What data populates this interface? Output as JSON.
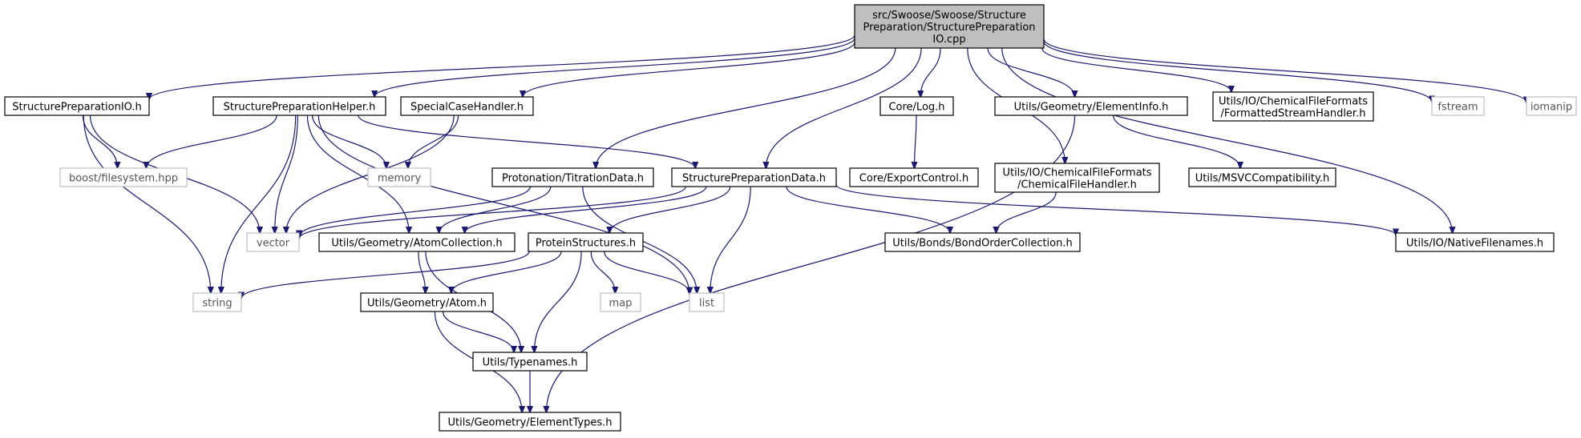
{
  "colors": {
    "edge": "#191970",
    "node_border": "#000000",
    "node_border_external": "#bfbfbf",
    "node_fill": "#ffffff",
    "root_fill": "#bfbfbf",
    "text": "#000000",
    "text_external": "#555555"
  },
  "nodes": [
    {
      "id": "root",
      "label": "src/Swoose/Swoose/Structure\nPreparation/StructurePreparation\nIO.cpp",
      "kind": "root"
    },
    {
      "id": "spio_h",
      "label": "StructurePreparationIO.h",
      "kind": "file"
    },
    {
      "id": "sph_h",
      "label": "StructurePreparationHelper.h",
      "kind": "file"
    },
    {
      "id": "sch_h",
      "label": "SpecialCaseHandler.h",
      "kind": "file"
    },
    {
      "id": "corelog_h",
      "label": "Core/Log.h",
      "kind": "file"
    },
    {
      "id": "elinfo_h",
      "label": "Utils/Geometry/ElementInfo.h",
      "kind": "file"
    },
    {
      "id": "fsh_h",
      "label": "Utils/IO/ChemicalFileFormats\n/FormattedStreamHandler.h",
      "kind": "file"
    },
    {
      "id": "fstream",
      "label": "fstream",
      "kind": "external"
    },
    {
      "id": "iomanip",
      "label": "iomanip",
      "kind": "external"
    },
    {
      "id": "boostfs",
      "label": "boost/filesystem.hpp",
      "kind": "external"
    },
    {
      "id": "memory",
      "label": "memory",
      "kind": "external"
    },
    {
      "id": "titration_h",
      "label": "Protonation/TitrationData.h",
      "kind": "file"
    },
    {
      "id": "spdata_h",
      "label": "StructurePreparationData.h",
      "kind": "file"
    },
    {
      "id": "exportctl_h",
      "label": "Core/ExportControl.h",
      "kind": "file"
    },
    {
      "id": "cfh_h",
      "label": "Utils/IO/ChemicalFileFormats\n/ChemicalFileHandler.h",
      "kind": "file"
    },
    {
      "id": "msvc_h",
      "label": "Utils/MSVCCompatibility.h",
      "kind": "file"
    },
    {
      "id": "vector",
      "label": "vector",
      "kind": "external"
    },
    {
      "id": "atomcoll_h",
      "label": "Utils/Geometry/AtomCollection.h",
      "kind": "file"
    },
    {
      "id": "protstruct_h",
      "label": "ProteinStructures.h",
      "kind": "file"
    },
    {
      "id": "bondorder_h",
      "label": "Utils/Bonds/BondOrderCollection.h",
      "kind": "file"
    },
    {
      "id": "nativefn_h",
      "label": "Utils/IO/NativeFilenames.h",
      "kind": "file"
    },
    {
      "id": "string",
      "label": "string",
      "kind": "external"
    },
    {
      "id": "atom_h",
      "label": "Utils/Geometry/Atom.h",
      "kind": "file"
    },
    {
      "id": "map",
      "label": "map",
      "kind": "external"
    },
    {
      "id": "list",
      "label": "list",
      "kind": "external"
    },
    {
      "id": "typenames_h",
      "label": "Utils/Typenames.h",
      "kind": "file"
    },
    {
      "id": "eltypes_h",
      "label": "Utils/Geometry/ElementTypes.h",
      "kind": "file"
    }
  ],
  "edges": [
    [
      "root",
      "spio_h"
    ],
    [
      "root",
      "sph_h"
    ],
    [
      "root",
      "sch_h"
    ],
    [
      "root",
      "titration_h"
    ],
    [
      "root",
      "spdata_h"
    ],
    [
      "root",
      "corelog_h"
    ],
    [
      "root",
      "cfh_h"
    ],
    [
      "root",
      "elinfo_h"
    ],
    [
      "root",
      "fsh_h"
    ],
    [
      "root",
      "nativefn_h"
    ],
    [
      "root",
      "fstream"
    ],
    [
      "root",
      "iomanip"
    ],
    [
      "spio_h",
      "boostfs"
    ],
    [
      "spio_h",
      "vector"
    ],
    [
      "spio_h",
      "string"
    ],
    [
      "sph_h",
      "boostfs"
    ],
    [
      "sph_h",
      "memory"
    ],
    [
      "sph_h",
      "spdata_h"
    ],
    [
      "sph_h",
      "vector"
    ],
    [
      "sph_h",
      "atomcoll_h"
    ],
    [
      "sph_h",
      "string"
    ],
    [
      "sph_h",
      "list"
    ],
    [
      "sch_h",
      "memory"
    ],
    [
      "sch_h",
      "vector"
    ],
    [
      "corelog_h",
      "exportctl_h"
    ],
    [
      "elinfo_h",
      "msvc_h"
    ],
    [
      "elinfo_h",
      "eltypes_h"
    ],
    [
      "titration_h",
      "vector"
    ],
    [
      "titration_h",
      "atomcoll_h"
    ],
    [
      "titration_h",
      "list"
    ],
    [
      "spdata_h",
      "vector"
    ],
    [
      "spdata_h",
      "atomcoll_h"
    ],
    [
      "spdata_h",
      "protstruct_h"
    ],
    [
      "spdata_h",
      "list"
    ],
    [
      "spdata_h",
      "bondorder_h"
    ],
    [
      "spdata_h",
      "nativefn_h"
    ],
    [
      "cfh_h",
      "bondorder_h"
    ],
    [
      "atomcoll_h",
      "atom_h"
    ],
    [
      "atomcoll_h",
      "typenames_h"
    ],
    [
      "protstruct_h",
      "string"
    ],
    [
      "protstruct_h",
      "atom_h"
    ],
    [
      "protstruct_h",
      "map"
    ],
    [
      "protstruct_h",
      "list"
    ],
    [
      "protstruct_h",
      "typenames_h"
    ],
    [
      "atom_h",
      "typenames_h"
    ],
    [
      "atom_h",
      "eltypes_h"
    ],
    [
      "typenames_h",
      "eltypes_h"
    ]
  ]
}
